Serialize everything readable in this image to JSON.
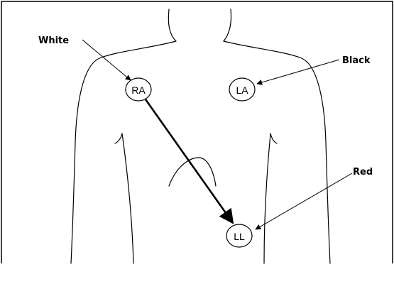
{
  "labels": {
    "white": "White",
    "black": "Black",
    "red": "Red"
  },
  "electrodes": {
    "ra": "RA",
    "la": "LA",
    "ll": "LL"
  }
}
